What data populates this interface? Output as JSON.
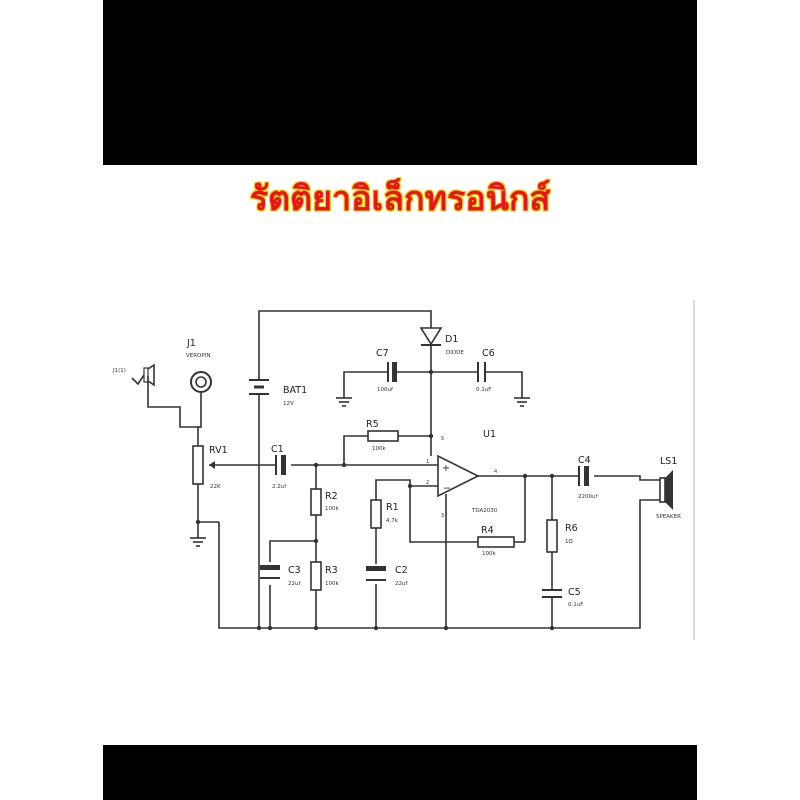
{
  "title": "รัตติยาอิเล็กทรอนิกส์",
  "colors": {
    "title": "#e8141d",
    "title_outline": "#f5d10a",
    "bars": "#000000",
    "wire": "#333333"
  },
  "components": {
    "j1": {
      "ref": "J1",
      "value": "VEROPIN"
    },
    "j1_1": {
      "ref": "J1(1)"
    },
    "bat1": {
      "ref": "BAT1",
      "value": "12V"
    },
    "d1": {
      "ref": "D1",
      "value": "DIODE"
    },
    "c7": {
      "ref": "C7",
      "value": "100uf"
    },
    "c6": {
      "ref": "C6",
      "value": "0.1uF"
    },
    "r5": {
      "ref": "R5",
      "value": "100k"
    },
    "u1": {
      "ref": "U1",
      "value": "TDA2030",
      "pins": [
        "1",
        "2",
        "3",
        "4",
        "5"
      ]
    },
    "rv1": {
      "ref": "RV1",
      "value": "22K"
    },
    "c1": {
      "ref": "C1",
      "value": "2.2uf"
    },
    "r2": {
      "ref": "R2",
      "value": "100k"
    },
    "r3": {
      "ref": "R3",
      "value": "100k"
    },
    "c3": {
      "ref": "C3",
      "value": "22uf"
    },
    "r1": {
      "ref": "R1",
      "value": "4.7k"
    },
    "c2": {
      "ref": "C2",
      "value": "22uf"
    },
    "r4": {
      "ref": "R4",
      "value": "100k"
    },
    "r6": {
      "ref": "R6",
      "value": "1Ω"
    },
    "c5": {
      "ref": "C5",
      "value": "0.1uF"
    },
    "c4": {
      "ref": "C4",
      "value": "2200uf"
    },
    "ls1": {
      "ref": "LS1",
      "value": "SPEAKER"
    }
  }
}
